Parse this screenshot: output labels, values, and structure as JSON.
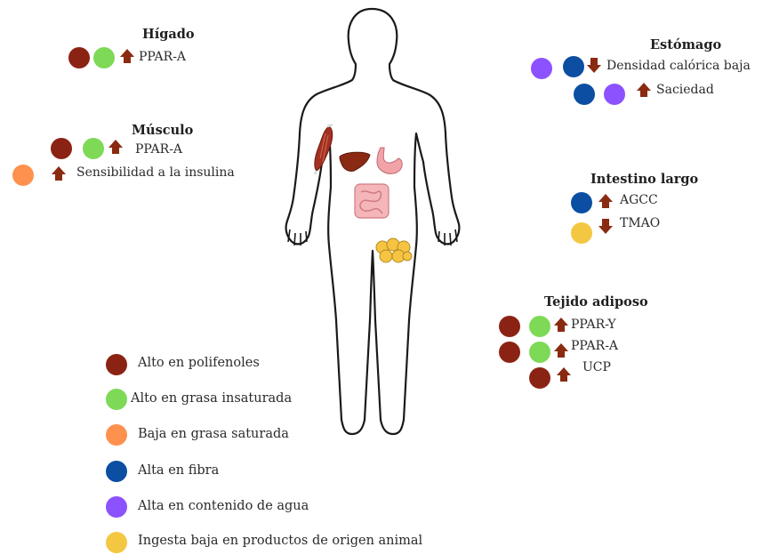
{
  "colors": {
    "polifenoles": "#8b2314",
    "insaturada": "#7ed957",
    "saturada": "#fe914d",
    "fibra": "#0b4ea2",
    "agua": "#8c52ff",
    "animal": "#f4c743",
    "arrow": "#8a2a10"
  },
  "sections": {
    "higado": {
      "title": "Hígado",
      "items": [
        "PPAR-A"
      ]
    },
    "musculo": {
      "title": "Músculo",
      "items": [
        "PPAR-A",
        "Sensibilidad a la insulina"
      ]
    },
    "estomago": {
      "title": "Estómago",
      "items": [
        "Densidad calórica baja",
        "Saciedad"
      ]
    },
    "intestino": {
      "title": "Intestino largo",
      "items": [
        "AGCC",
        "TMAO"
      ]
    },
    "tejido": {
      "title": "Tejido adiposo",
      "items": [
        "PPAR-Y",
        "PPAR-A",
        "UCP"
      ]
    }
  },
  "legend": {
    "items": [
      "Alto en polifenoles",
      "Alto en grasa insaturada",
      "Baja en grasa saturada",
      "Alta en fibra",
      "Alta en contenido de agua",
      "Ingesta baja en productos de origen animal"
    ]
  }
}
